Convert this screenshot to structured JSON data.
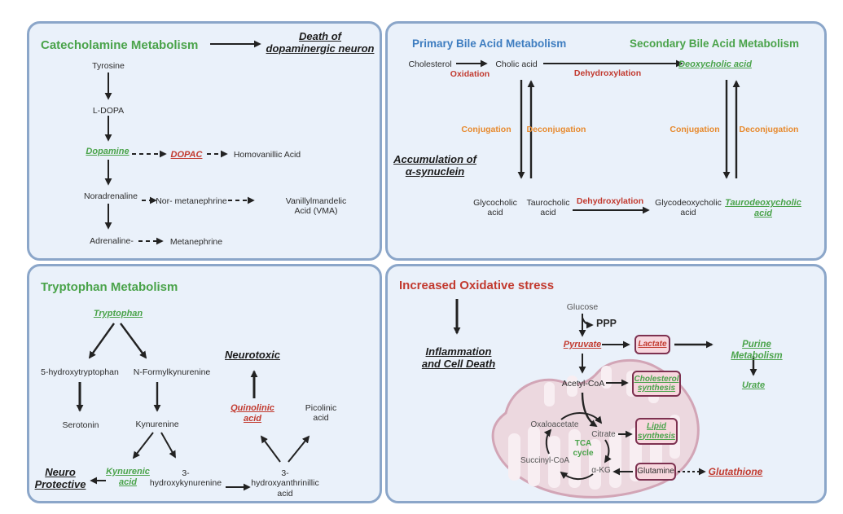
{
  "colors": {
    "green": "#4aa34a",
    "blue": "#3e7dc0",
    "red": "#c23a2f",
    "orange": "#e78a2e",
    "panel_bg": "#eaf1fa",
    "panel_border": "#8ba6c9",
    "box_bg": "#f7d7de",
    "box_border": "#7d3150",
    "mito_fill": "#ecd8df",
    "mito_stroke": "#d2a5b6"
  },
  "catecholamine": {
    "title": "Catecholamine Metabolism",
    "outcome": "Death of\ndopaminergic neuron",
    "tyrosine": "Tyrosine",
    "ldopa": "L-DOPA",
    "dopamine": "Dopamine",
    "dopac": "DOPAC",
    "homovanillic": "Homovanillic Acid",
    "noradrenaline": "Noradrenaline",
    "nor_metanephrine": "Nor- metanephrine",
    "vma": "Vanillylmandelic Acid (VMA)",
    "adrenaline": "Adrenaline-",
    "metanephrine": "Metanephrine"
  },
  "bile": {
    "title_primary": "Primary Bile Acid Metabolism",
    "title_secondary": "Secondary Bile Acid Metabolism",
    "cholesterol": "Cholesterol",
    "oxidation": "Oxidation",
    "cholic": "Cholic acid",
    "dehydroxylation_top": "Dehydroxylation",
    "deoxycholic": "Deoxycholic acid",
    "conjugation_left": "Conjugation",
    "deconjugation_left": "Deconjugation",
    "conjugation_right": "Conjugation",
    "deconjugation_right": "Deconjugation",
    "accumulation": "Accumulation of\nα-synuclein",
    "glycocholic": "Glycocholic\nacid",
    "taurocholic": "Taurocholic\nacid",
    "dehydroxylation_bottom": "Dehydroxylation",
    "glycodeoxycholic": "Glycodeoxycholic\nacid",
    "taurodeoxycholic": "Taurodeoxycholic\nacid"
  },
  "tryptophan": {
    "title": "Tryptophan Metabolism",
    "tryptophan": "Tryptophan",
    "hydroxytryptophan_5": "5-hydroxytryptophan",
    "n_formylkynurenine": "N-Formylkynurenine",
    "serotonin": "Serotonin",
    "kynurenine": "Kynurenine",
    "kynurenic": "Kynurenic\nacid",
    "neuro_protective": "Neuro\nProtective",
    "hydroxykynurenine_3": "3-\nhydroxykynurenine",
    "hydroxyanthrinillic_3": "3-\nhydroxyanthrinillic\nacid",
    "quinolinic": "Quinolinic\nacid",
    "picolinic": "Picolinic\nacid",
    "neurotoxic": "Neurotoxic"
  },
  "oxidative": {
    "title": "Increased Oxidative stress",
    "inflammation": "Inflammation\nand Cell Death",
    "glucose": "Glucose",
    "ppp": "PPP",
    "pyruvate": "Pyruvate",
    "lactate": "Lactate",
    "purine": "Purine Metabolism",
    "urate": "Urate",
    "acetyl_coa": "Acetyl-CoA",
    "cholesterol_synthesis": "Cholesterol\nsynthesis",
    "oxaloacetate": "Oxaloacetate",
    "citrate": "Citrate",
    "tca": "TCA\ncycle",
    "succinyl_coa": "Succinyl-CoA",
    "akg": "α-KG",
    "glutamine": "Glutamine",
    "lipid_synthesis": "Lipid\nsynthesis",
    "glutathione": "Glutathione"
  }
}
